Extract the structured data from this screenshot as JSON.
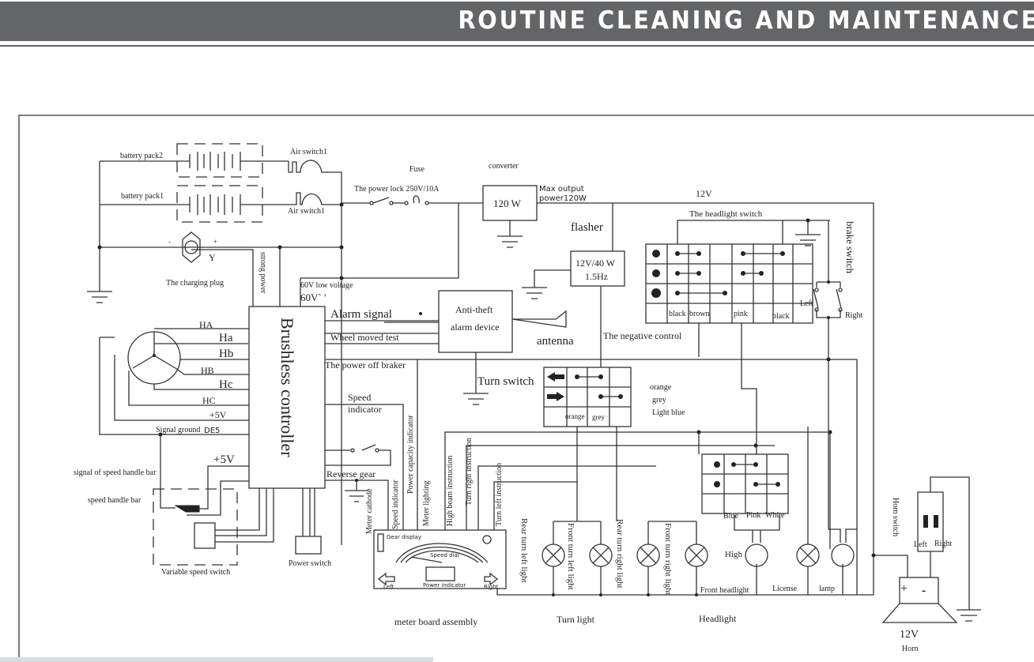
{
  "header": {
    "title": "ROUTINE CLEANING AND MAINTENANCE"
  },
  "diagram": {
    "batteries": {
      "pack2": "battery pack2",
      "pack1": "battery pack1",
      "air_switch_top": "Air switch1",
      "air_switch_bottom": "Air switch1"
    },
    "charging": {
      "plug": "The charging plug",
      "minus": "-",
      "plus": "+",
      "y": "Y",
      "strong_power": "strong power"
    },
    "power": {
      "fuse": "Fuse",
      "power_lock": "The power lock  250V/10A",
      "converter": "converter",
      "converter_value": "120 W",
      "max_output_1": "Max output",
      "max_output_2": "power120W",
      "v12": "12V"
    },
    "flasher": {
      "label": "flasher",
      "line1": "12V/40 W",
      "line2": "1.5Hz"
    },
    "headlight_switch": {
      "title": "The headlight switch",
      "colors": [
        "black",
        "brown",
        "pink",
        "black"
      ]
    },
    "brake_switch": {
      "title": "brake switch",
      "left": "Left",
      "right": "Right"
    },
    "low_voltage": {
      "line1": "60V low voltage",
      "line2": "60V` '"
    },
    "controller": {
      "label": "Brushless controller",
      "motor_labels": [
        "HA",
        "Ha",
        "Hb",
        "HB",
        "Hc",
        "HC",
        "+5V"
      ],
      "signal_ground": "Signal ground",
      "de5": "DE5",
      "plus5v": "+5V"
    },
    "alarm": {
      "signal": "Alarm signal",
      "wheel": "Wheel moved test",
      "device_1": "Anti-theft",
      "device_2": "alarm  device",
      "antenna": "antenna",
      "power_off": "The  power  off braker",
      "negative_control": "The negative control"
    },
    "turn_switch": {
      "title": "Turn switch",
      "colors": [
        "orange",
        "grey"
      ],
      "legend": [
        "orange",
        "grey",
        "Light blue"
      ]
    },
    "speed": {
      "indicator_1": "Speed",
      "indicator_2": "indicator",
      "reverse_gear": "Reverse gear",
      "handle_signal": "signal of speed handle bar",
      "handle_bar": "speed handle bar",
      "variable_switch": "Variable speed switch",
      "power_switch": "Power switch"
    },
    "meter_wires": [
      "Meter cathode",
      "Speed indicator",
      "Power capacity indicator",
      "Meter lighting",
      "High beam instruction",
      "Turn right instruction",
      "Turn left instruction"
    ],
    "meter_board": {
      "title": "meter board assembly",
      "gear_display": "Gear display",
      "speed_dial": "Speed dial",
      "power_indicator": "Power indicator",
      "left": "Left",
      "right": "Right"
    },
    "turn_lights": {
      "title": "Turn light",
      "labels": [
        "Rear turn left light",
        "Front turn left light",
        "Rear turn right light",
        "Front turn right light"
      ]
    },
    "headlight": {
      "title": "Headlight",
      "colors": [
        "Blue",
        "Pink",
        "White"
      ],
      "high": "High",
      "front": "Front headlight",
      "license": "License",
      "lamp": "lamp"
    },
    "horn": {
      "switch": "Horn switch",
      "left": "Left",
      "right": "Right",
      "plus": "+",
      "minus": "-",
      "voltage": "12V",
      "label": "Horn"
    }
  }
}
